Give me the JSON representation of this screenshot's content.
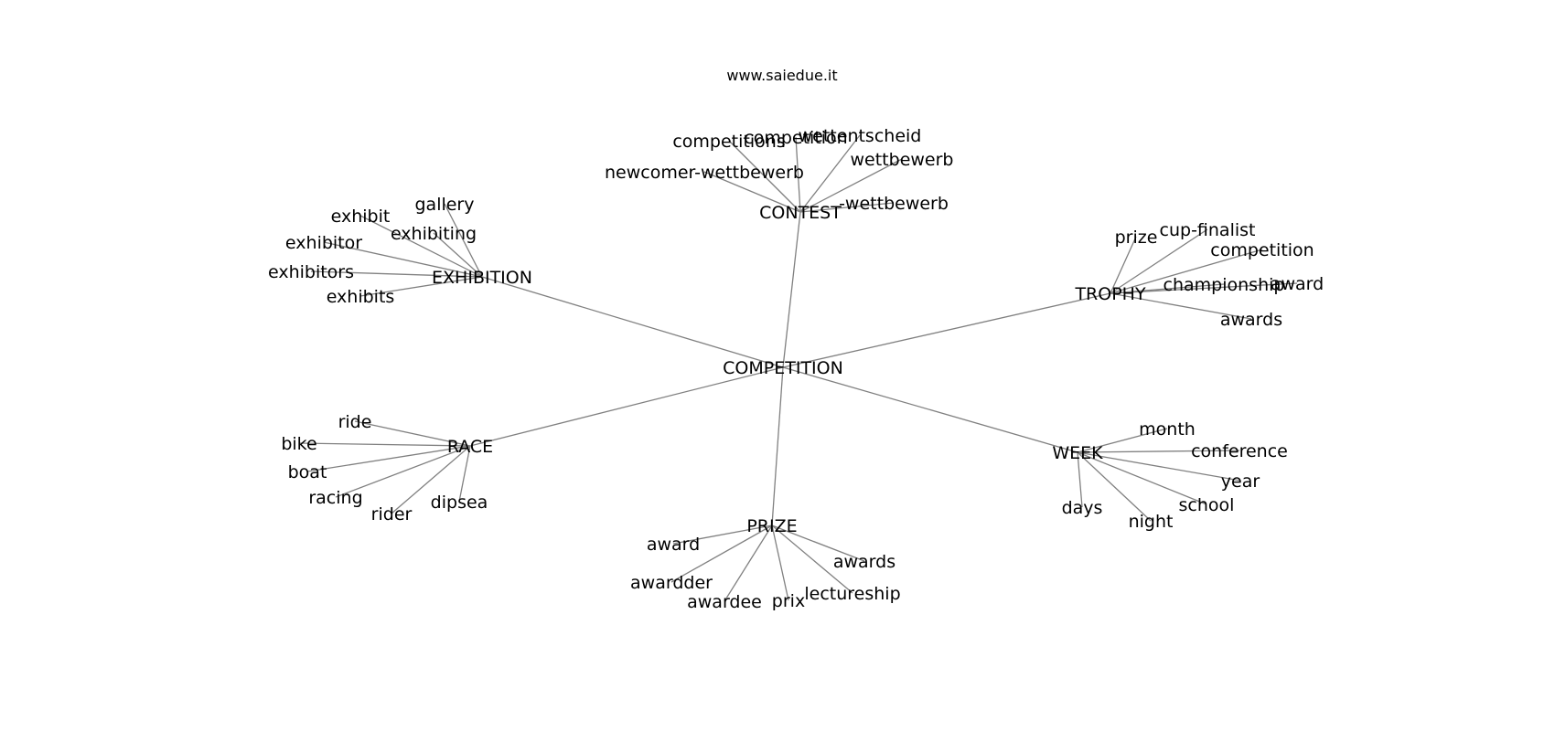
{
  "title": "www.saiedue.it",
  "root": {
    "label": "COMPETITION"
  },
  "edge_color": "#808080",
  "hubs": [
    {
      "id": "contest",
      "label": "CONTEST",
      "leaves": [
        {
          "id": "competitions",
          "label": "competitions"
        },
        {
          "id": "competition",
          "label": "competition"
        },
        {
          "id": "wettentscheid",
          "label": "wettentscheid"
        },
        {
          "id": "wettbewerb",
          "label": "wettbewerb"
        },
        {
          "id": "newcomer-wettbewerb",
          "label": "newcomer-wettbewerb"
        },
        {
          "id": "dash-wettbewerb",
          "label": "-wettbewerb"
        }
      ]
    },
    {
      "id": "exhibition",
      "label": "EXHIBITION",
      "leaves": [
        {
          "id": "gallery",
          "label": "gallery"
        },
        {
          "id": "exhibit",
          "label": "exhibit"
        },
        {
          "id": "exhibiting",
          "label": "exhibiting"
        },
        {
          "id": "exhibitor",
          "label": "exhibitor"
        },
        {
          "id": "exhibitors",
          "label": "exhibitors"
        },
        {
          "id": "exhibits",
          "label": "exhibits"
        }
      ]
    },
    {
      "id": "trophy",
      "label": "TROPHY",
      "leaves": [
        {
          "id": "prize",
          "label": "prize"
        },
        {
          "id": "cup-finalist",
          "label": "cup-finalist"
        },
        {
          "id": "competition",
          "label": "competition"
        },
        {
          "id": "championship",
          "label": "championship"
        },
        {
          "id": "award",
          "label": "award"
        },
        {
          "id": "awards",
          "label": "awards"
        }
      ]
    },
    {
      "id": "race",
      "label": "RACE",
      "leaves": [
        {
          "id": "ride",
          "label": "ride"
        },
        {
          "id": "bike",
          "label": "bike"
        },
        {
          "id": "boat",
          "label": "boat"
        },
        {
          "id": "racing",
          "label": "racing"
        },
        {
          "id": "rider",
          "label": "rider"
        },
        {
          "id": "dipsea",
          "label": "dipsea"
        }
      ]
    },
    {
      "id": "prize",
      "label": "PRIZE",
      "leaves": [
        {
          "id": "award",
          "label": "award"
        },
        {
          "id": "awardder",
          "label": "awardder"
        },
        {
          "id": "awardee",
          "label": "awardee"
        },
        {
          "id": "prix",
          "label": "prix"
        },
        {
          "id": "lectureship",
          "label": "lectureship"
        },
        {
          "id": "awards",
          "label": "awards"
        }
      ]
    },
    {
      "id": "week",
      "label": "WEEK",
      "leaves": [
        {
          "id": "month",
          "label": "month"
        },
        {
          "id": "conference",
          "label": "conference"
        },
        {
          "id": "year",
          "label": "year"
        },
        {
          "id": "school",
          "label": "school"
        },
        {
          "id": "night",
          "label": "night"
        },
        {
          "id": "days",
          "label": "days"
        }
      ]
    }
  ]
}
